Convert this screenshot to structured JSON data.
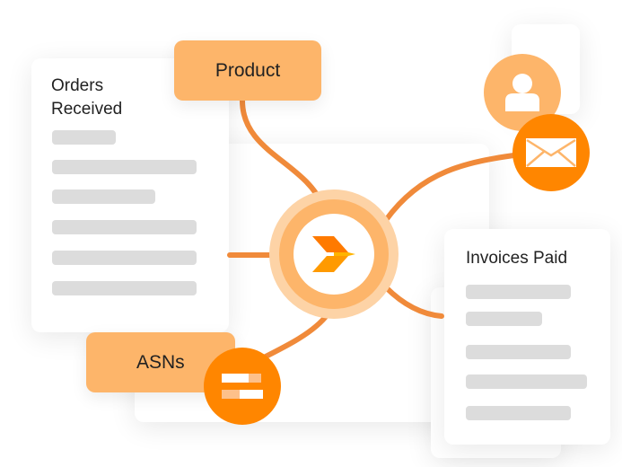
{
  "orders_card": {
    "title_line1": "Orders",
    "title_line2": "Received"
  },
  "invoices_card": {
    "title": "Invoices Paid"
  },
  "product_box": {
    "label": "Product"
  },
  "asns_box": {
    "label": "ASNs"
  },
  "colors": {
    "light_orange": "#fdb56a",
    "orange": "#ff8600",
    "pale_orange": "#fdd3a6",
    "bar_gray": "#dcdcdc"
  }
}
